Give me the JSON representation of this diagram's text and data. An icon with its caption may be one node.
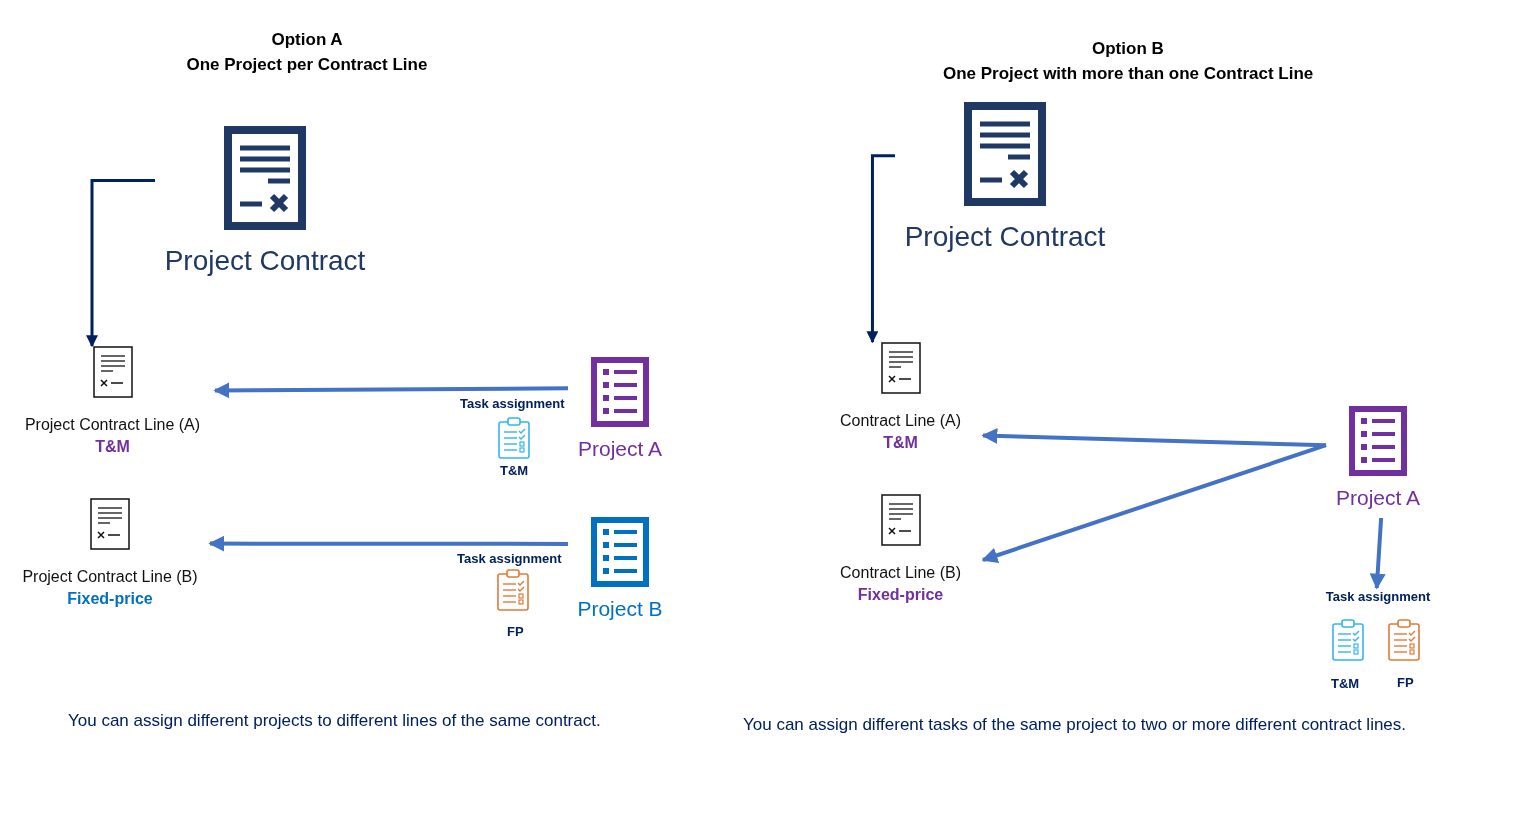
{
  "diagram": {
    "nodes": [
      {
        "text": [
          "Project Contract"
        ]
      },
      {
        "text": [
          "Project Contract Line (A)",
          "T&M"
        ]
      },
      {
        "text": [
          "Project Contract Line (B)",
          "Fixed-price"
        ]
      },
      {
        "text": [
          "Project A"
        ]
      },
      {
        "text": [
          "Project B"
        ]
      },
      {
        "text": [
          "Project Contract"
        ]
      },
      {
        "text": [
          "Contract Line (A)",
          "T&M"
        ]
      },
      {
        "text": [
          "Contract Line (B)",
          "Fixed-price"
        ]
      },
      {
        "text": [
          "Project A"
        ]
      },
      {
        "text": [
          "Task assignment"
        ]
      }
    ],
    "edges": [
      {
        "from": 0,
        "to": 1,
        "arrow": "to",
        "color": "#002060"
      },
      {
        "from": 3,
        "to": 1,
        "arrow": "to",
        "label": "Task assignment"
      },
      {
        "from": 4,
        "to": 2,
        "arrow": "to",
        "label": "Task assignment"
      },
      {
        "from": 5,
        "to": 6,
        "arrow": "to",
        "color": "#002060"
      },
      {
        "from": 8,
        "to": 6,
        "arrow": "to"
      },
      {
        "from": 8,
        "to": 7,
        "arrow": "to"
      },
      {
        "from": 8,
        "to": 9,
        "arrow": "to"
      }
    ],
    "labels": [
      "Option A",
      "One Project per Contract Line",
      "Option B",
      "One Project with more than one Contract Line",
      "T&M",
      "FP",
      "You can assign different projects to different lines of the same contract.",
      "T&M",
      "FP",
      "You can assign different tasks of the same project to two or more different contract lines."
    ]
  }
}
